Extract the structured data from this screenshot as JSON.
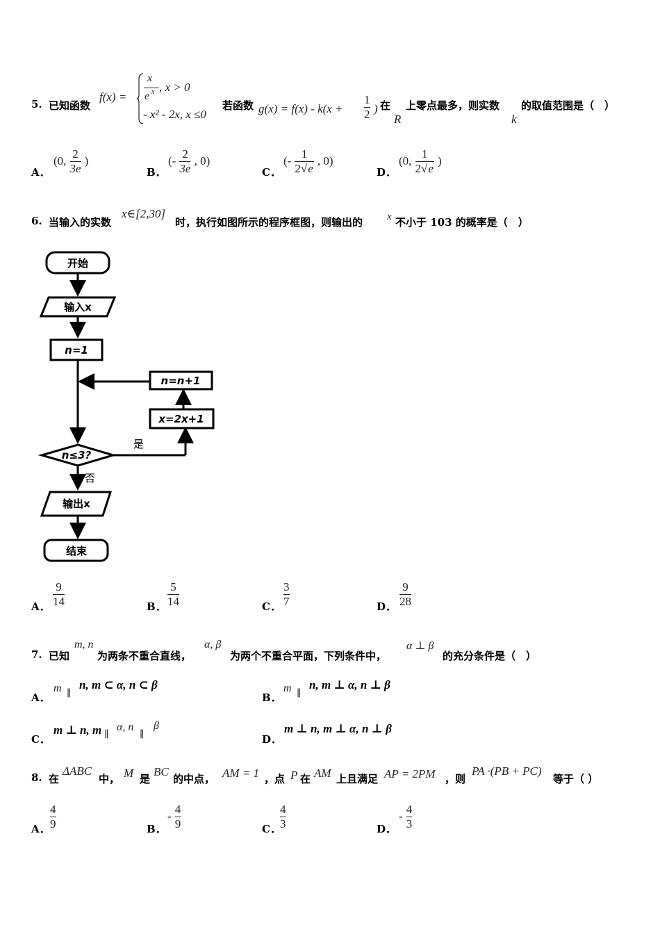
{
  "q5": {
    "num": "5.",
    "t1": "已知函数",
    "f_lhs": "f(x) =",
    "case1": "x",
    "case1_den": "e",
    "case1_exp": "x",
    "case1_cond": ", x > 0",
    "case2": "- x² - 2x, x ≤0",
    "t2": "若函数",
    "g_expr": "g(x) = f(x) - k(x +",
    "half_num": "1",
    "half_den": "2",
    "g_close": ")",
    "t3": "在",
    "R": "R",
    "t4": "上零点最多，则实数",
    "k": "k",
    "t5": "的取值范围是（　）",
    "options": {
      "A": {
        "label": "A．",
        "pre": "(0,",
        "num": "2",
        "den": "3e",
        "post": ")"
      },
      "B": {
        "label": "B．",
        "pre": "(-",
        "num": "2",
        "den": "3e",
        "post": ", 0)"
      },
      "C": {
        "label": "C．",
        "pre": "(-",
        "num": "1",
        "den_a": "2",
        "den_b": "e",
        "post": ", 0)"
      },
      "D": {
        "label": "D．",
        "pre": "(0,",
        "num": "1",
        "den_a": "2",
        "den_b": "e",
        "post": ")"
      }
    }
  },
  "q6": {
    "num": "6.",
    "t1": "当输入的实数",
    "cond": "x∈[2,30]",
    "t2": "时，执行如图所示的程序框图，则输出的",
    "x": "x",
    "t3": "不小于 103 的概率是（　）",
    "flow": {
      "start": "开始",
      "input": "输入x",
      "init": "n=1",
      "inc": "n=n+1",
      "update": "x=2x+1",
      "decision": "n≤3?",
      "yes": "是",
      "no": "否",
      "output": "输出x",
      "end": "结束"
    },
    "options": {
      "A": {
        "label": "A．",
        "num": "9",
        "den": "14"
      },
      "B": {
        "label": "B．",
        "num": "5",
        "den": "14"
      },
      "C": {
        "label": "C．",
        "num": "3",
        "den": "7"
      },
      "D": {
        "label": "D．",
        "num": "9",
        "den": "28"
      }
    }
  },
  "q7": {
    "num": "7.",
    "t1": "已知",
    "mn": "m, n",
    "t2": "为两条不重合直线，",
    "ab": "α, β",
    "t3": "为两个不重合平面，下列条件中，",
    "perp": "α ⊥ β",
    "t4": "的充分条件是（　）",
    "options": {
      "A": {
        "label": "A．",
        "m": "m",
        "par": "∥",
        "rest": "n, m ⊂ α, n ⊂ β"
      },
      "B": {
        "label": "B．",
        "m": "m",
        "par": "∥",
        "rest": "n, m ⊥ α, n ⊥ β"
      },
      "C": {
        "label": "C．",
        "pre": "m ⊥ n, m",
        "par1": "∥",
        "mid": "α, n",
        "par2": "∥",
        "post": "β"
      },
      "D": {
        "label": "D．",
        "text": "m ⊥ n, m ⊥ α, n ⊥ β"
      }
    }
  },
  "q8": {
    "num": "8.",
    "t1": "在",
    "tri": "ΔABC",
    "t2": "中，",
    "M": "M",
    "t3": "是",
    "BC": "BC",
    "t4": "的中点，",
    "AM": "AM = 1",
    "t5": "，点",
    "P": "P",
    "t6": "在",
    "AM2": "AM",
    "t7": "上且满足",
    "AP": "AP = 2PM",
    "t8": "，则",
    "expr": "PA ·(PB + PC)",
    "t9": "等于（ ）",
    "options": {
      "A": {
        "label": "A．",
        "sign": "",
        "num": "4",
        "den": "9"
      },
      "B": {
        "label": "B．",
        "sign": "-",
        "num": "4",
        "den": "9"
      },
      "C": {
        "label": "C．",
        "sign": "",
        "num": "4",
        "den": "3"
      },
      "D": {
        "label": "D．",
        "sign": "-",
        "num": "4",
        "den": "3"
      }
    }
  }
}
